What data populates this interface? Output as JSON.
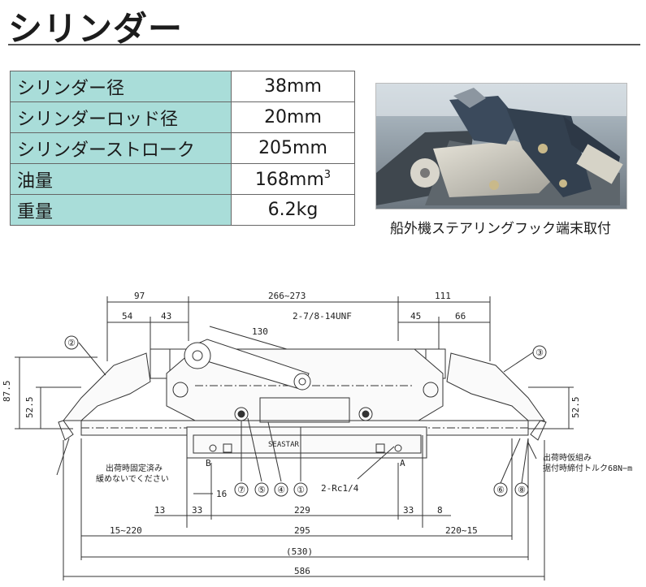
{
  "page": {
    "title": "シリンダー",
    "photo_caption": "船外機ステアリングフック端末取付"
  },
  "specs": [
    {
      "label": "シリンダー径",
      "value": "38mm",
      "sup": ""
    },
    {
      "label": "シリンダーロッド径",
      "value": "20mm",
      "sup": ""
    },
    {
      "label": "シリンダーストローク",
      "value": "205mm",
      "sup": ""
    },
    {
      "label": "油量",
      "value": "168mm",
      "sup": "3"
    },
    {
      "label": "重量",
      "value": "6.2kg",
      "sup": ""
    }
  ],
  "colors": {
    "label_bg": "#a9ddd9",
    "line": "#333333"
  },
  "drawing": {
    "dim_top_left": "97",
    "dim_top_center": "266~273",
    "dim_top_right": "111",
    "dim_54": "54",
    "dim_43": "43",
    "dim_45": "45",
    "dim_66": "66",
    "dim_130": "130",
    "thread_note": "2-7/8-14UNF",
    "dim_875": "87.5",
    "dim_525_left": "52.5",
    "dim_525_right": "52.5",
    "dim_16": "16",
    "dim_13": "13",
    "dim_33_left": "33",
    "dim_229": "229",
    "dim_33_right": "33",
    "dim_8": "8",
    "dim_15_220": "15~220",
    "dim_295": "295",
    "dim_220_15": "220~15",
    "dim_530": "(530)",
    "dim_586": "586",
    "port_note": "2-Rc1/4",
    "port_b": "B",
    "port_a": "A",
    "note_left_1": "出荷時固定済み",
    "note_left_2": "緩めないでください",
    "note_right_1": "出荷時仮組み",
    "note_right_2": "据付時締付トルク68N−m",
    "callout_1": "①",
    "callout_2": "②",
    "callout_3": "③",
    "callout_4": "④",
    "callout_5": "⑤",
    "callout_6": "⑥",
    "callout_7": "⑦",
    "callout_8": "⑧",
    "cylinder_label": "SEASTAR"
  }
}
